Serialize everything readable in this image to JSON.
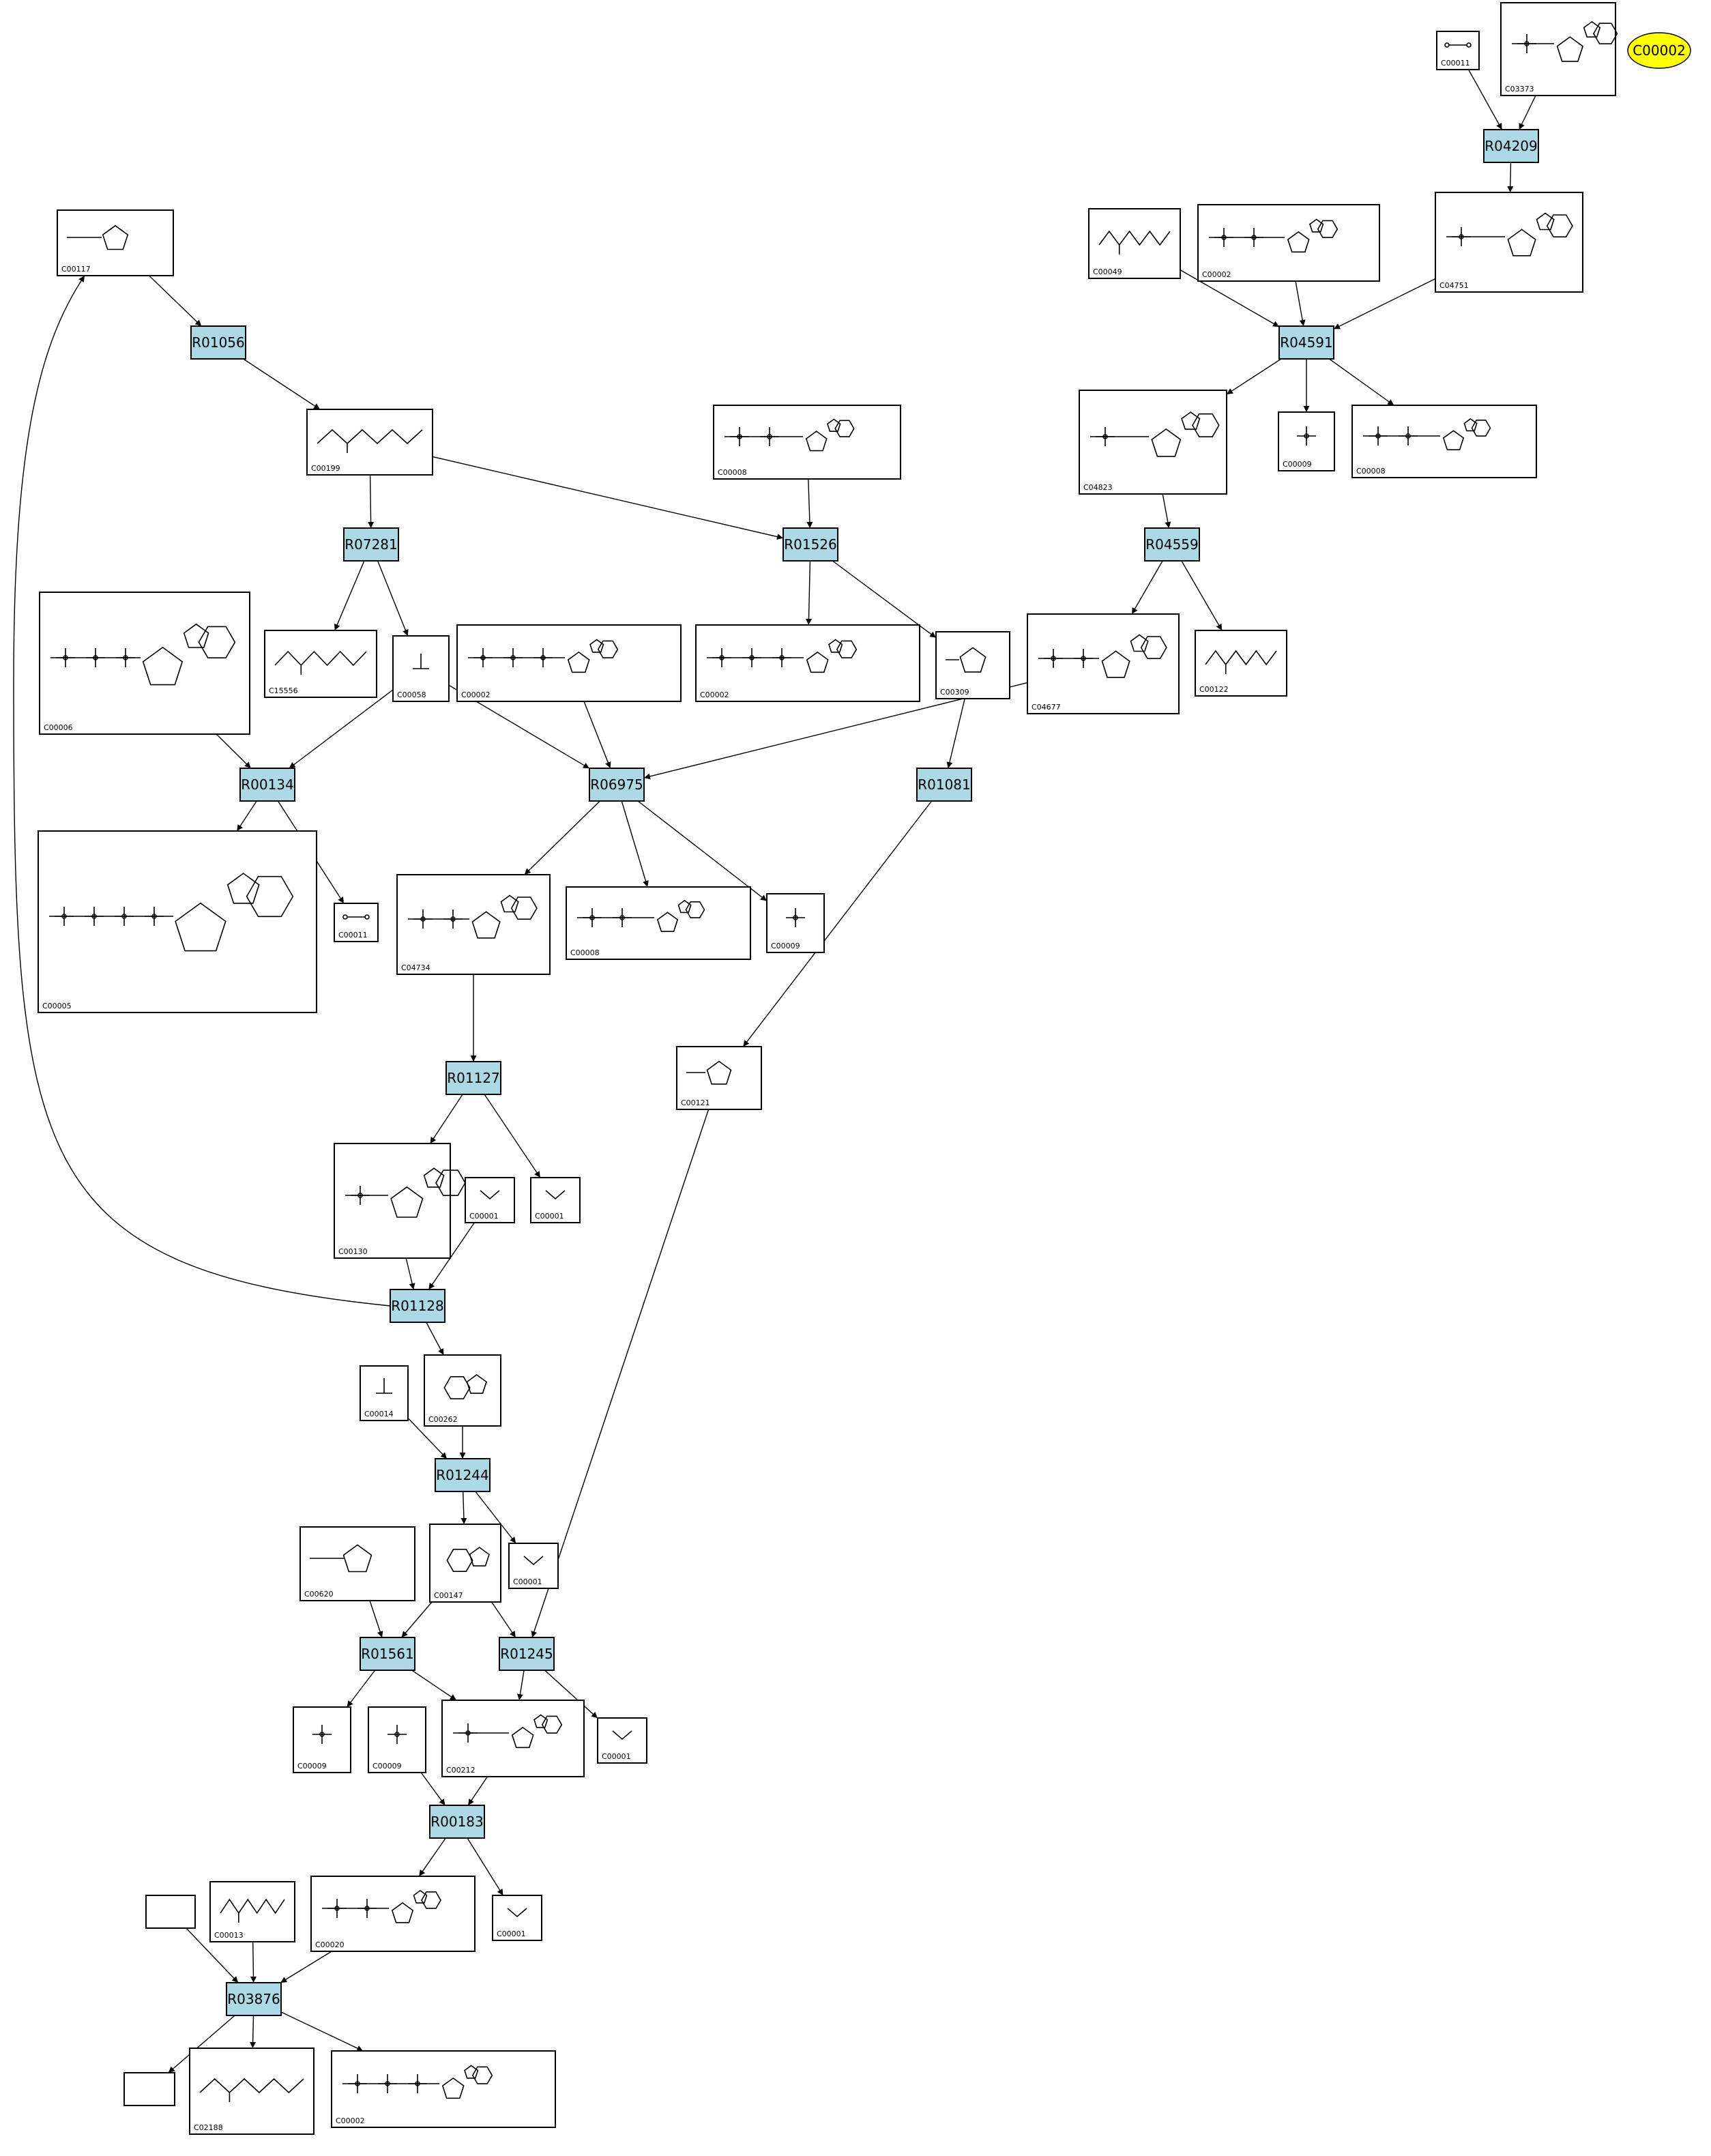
{
  "highlight": {
    "label": "C00002",
    "color": "#ffff00"
  },
  "colors": {
    "reaction_fill": "#add8e6",
    "compound_fill": "#ffffff",
    "edge": "#000000"
  },
  "reactions": [
    {
      "id": "r04209",
      "label": "R04209"
    },
    {
      "id": "r04591",
      "label": "R04591"
    },
    {
      "id": "r01056",
      "label": "R01056"
    },
    {
      "id": "r04559",
      "label": "R04559"
    },
    {
      "id": "r07281",
      "label": "R07281"
    },
    {
      "id": "r01526",
      "label": "R01526"
    },
    {
      "id": "r00134",
      "label": "R00134"
    },
    {
      "id": "r06975",
      "label": "R06975"
    },
    {
      "id": "r01081",
      "label": "R01081"
    },
    {
      "id": "r01127",
      "label": "R01127"
    },
    {
      "id": "r01128",
      "label": "R01128"
    },
    {
      "id": "r01244",
      "label": "R01244"
    },
    {
      "id": "r01561",
      "label": "R01561"
    },
    {
      "id": "r01245",
      "label": "R01245"
    },
    {
      "id": "r00183",
      "label": "R00183"
    },
    {
      "id": "r03876",
      "label": "R03876"
    }
  ],
  "compounds": [
    {
      "id": "c00011a",
      "label": "C00011",
      "glyph": "co2"
    },
    {
      "id": "c03373",
      "label": "C03373",
      "glyph": "nucleotide"
    },
    {
      "id": "c04751",
      "label": "C04751",
      "glyph": "nucleotide"
    },
    {
      "id": "c00049",
      "label": "C00049",
      "glyph": "chain"
    },
    {
      "id": "c00002a",
      "label": "C00002",
      "glyph": "nucleotide"
    },
    {
      "id": "c00117",
      "label": "C00117",
      "glyph": "sugar"
    },
    {
      "id": "c04823",
      "label": "C04823",
      "glyph": "nucleotide"
    },
    {
      "id": "c00009a",
      "label": "C00009",
      "glyph": "phosphate"
    },
    {
      "id": "c00008a",
      "label": "C00008",
      "glyph": "nucleotide"
    },
    {
      "id": "c00199",
      "label": "C00199",
      "glyph": "chain"
    },
    {
      "id": "c00008b",
      "label": "C00008",
      "glyph": "nucleotide"
    },
    {
      "id": "c00006",
      "label": "C00006",
      "glyph": "nucleotide"
    },
    {
      "id": "c15556",
      "label": "C15556",
      "glyph": "chain"
    },
    {
      "id": "c00058",
      "label": "C00058",
      "glyph": "small"
    },
    {
      "id": "c00002b",
      "label": "C00002",
      "glyph": "nucleotide"
    },
    {
      "id": "c00002c",
      "label": "C00002",
      "glyph": "nucleotide"
    },
    {
      "id": "c00309",
      "label": "C00309",
      "glyph": "sugar"
    },
    {
      "id": "c04677",
      "label": "C04677",
      "glyph": "nucleotide"
    },
    {
      "id": "c00122",
      "label": "C00122",
      "glyph": "chain"
    },
    {
      "id": "c00005",
      "label": "C00005",
      "glyph": "nucleotide"
    },
    {
      "id": "c00011b",
      "label": "C00011",
      "glyph": "co2"
    },
    {
      "id": "c04734",
      "label": "C04734",
      "glyph": "nucleotide"
    },
    {
      "id": "c00008c",
      "label": "C00008",
      "glyph": "nucleotide"
    },
    {
      "id": "c00009b",
      "label": "C00009",
      "glyph": "phosphate"
    },
    {
      "id": "c00121",
      "label": "C00121",
      "glyph": "sugar"
    },
    {
      "id": "c00130",
      "label": "C00130",
      "glyph": "nucleotide"
    },
    {
      "id": "c00001a",
      "label": "C00001",
      "glyph": "water"
    },
    {
      "id": "c00001b",
      "label": "C00001",
      "glyph": "water"
    },
    {
      "id": "c00014",
      "label": "C00014",
      "glyph": "small"
    },
    {
      "id": "c00262",
      "label": "C00262",
      "glyph": "ring"
    },
    {
      "id": "c00620",
      "label": "C00620",
      "glyph": "sugar"
    },
    {
      "id": "c00147",
      "label": "C00147",
      "glyph": "ring"
    },
    {
      "id": "c00001c",
      "label": "C00001",
      "glyph": "water"
    },
    {
      "id": "c00009c",
      "label": "C00009",
      "glyph": "phosphate"
    },
    {
      "id": "c00009d",
      "label": "C00009",
      "glyph": "phosphate"
    },
    {
      "id": "c00212",
      "label": "C00212",
      "glyph": "nucleotide"
    },
    {
      "id": "c00001d",
      "label": "C00001",
      "glyph": "water"
    },
    {
      "id": "c00020",
      "label": "C00020",
      "glyph": "nucleotide"
    },
    {
      "id": "c00001e",
      "label": "C00001",
      "glyph": "water"
    },
    {
      "id": "blank1",
      "label": "",
      "glyph": "none"
    },
    {
      "id": "c00013",
      "label": "C00013",
      "glyph": "chain"
    },
    {
      "id": "c02188",
      "label": "C02188",
      "glyph": "chain"
    },
    {
      "id": "c00002d",
      "label": "C00002",
      "glyph": "nucleotide"
    },
    {
      "id": "blank2",
      "label": "",
      "glyph": "none"
    }
  ],
  "edges": [
    [
      "c00011a",
      "r04209"
    ],
    [
      "c03373",
      "r04209"
    ],
    [
      "r04209",
      "c04751"
    ],
    [
      "c00049",
      "r04591"
    ],
    [
      "c00002a",
      "r04591"
    ],
    [
      "c04751",
      "r04591"
    ],
    [
      "r04591",
      "c04823"
    ],
    [
      "r04591",
      "c00009a"
    ],
    [
      "r04591",
      "c00008a"
    ],
    [
      "c04823",
      "r04559"
    ],
    [
      "r04559",
      "c04677"
    ],
    [
      "r04559",
      "c00122"
    ],
    [
      "c00117",
      "r01056"
    ],
    [
      "r01056",
      "c00199"
    ],
    [
      "c00199",
      "r07281"
    ],
    [
      "c00199",
      "r01526"
    ],
    [
      "c00008b",
      "r01526"
    ],
    [
      "r01526",
      "c00002c"
    ],
    [
      "r01526",
      "c00309"
    ],
    [
      "r07281",
      "c15556"
    ],
    [
      "r07281",
      "c00058"
    ],
    [
      "c00006",
      "r00134"
    ],
    [
      "c00058",
      "r00134"
    ],
    [
      "r00134",
      "c00005"
    ],
    [
      "r00134",
      "c00011b"
    ],
    [
      "c00058",
      "r06975"
    ],
    [
      "c00002b",
      "r06975"
    ],
    [
      "c04677",
      "r06975"
    ],
    [
      "r06975",
      "c04734"
    ],
    [
      "r06975",
      "c00008c"
    ],
    [
      "r06975",
      "c00009b"
    ],
    [
      "c00309",
      "r01081"
    ],
    [
      "r01081",
      "c00121"
    ],
    [
      "c04734",
      "r01127"
    ],
    [
      "r01127",
      "c00130"
    ],
    [
      "r01127",
      "c00001b"
    ],
    [
      "c00130",
      "r01128"
    ],
    [
      "c00001a",
      "r01128"
    ],
    [
      "r01128",
      "c00117"
    ],
    [
      "r01128",
      "c00262"
    ],
    [
      "c00014",
      "r01244"
    ],
    [
      "c00262",
      "r01244"
    ],
    [
      "r01244",
      "c00147"
    ],
    [
      "r01244",
      "c00001c"
    ],
    [
      "c00620",
      "r01561"
    ],
    [
      "c00147",
      "r01561"
    ],
    [
      "c00147",
      "r01245"
    ],
    [
      "c00121",
      "r01245"
    ],
    [
      "r01561",
      "c00009c"
    ],
    [
      "r01561",
      "c00212"
    ],
    [
      "r01245",
      "c00212"
    ],
    [
      "r01245",
      "c00001d"
    ],
    [
      "c00009d",
      "r00183"
    ],
    [
      "c00212",
      "r00183"
    ],
    [
      "r00183",
      "c00020"
    ],
    [
      "r00183",
      "c00001e"
    ],
    [
      "blank1",
      "r03876"
    ],
    [
      "c00013",
      "r03876"
    ],
    [
      "c00020",
      "r03876"
    ],
    [
      "r03876",
      "blank2"
    ],
    [
      "r03876",
      "c02188"
    ],
    [
      "r03876",
      "c00002d"
    ]
  ]
}
